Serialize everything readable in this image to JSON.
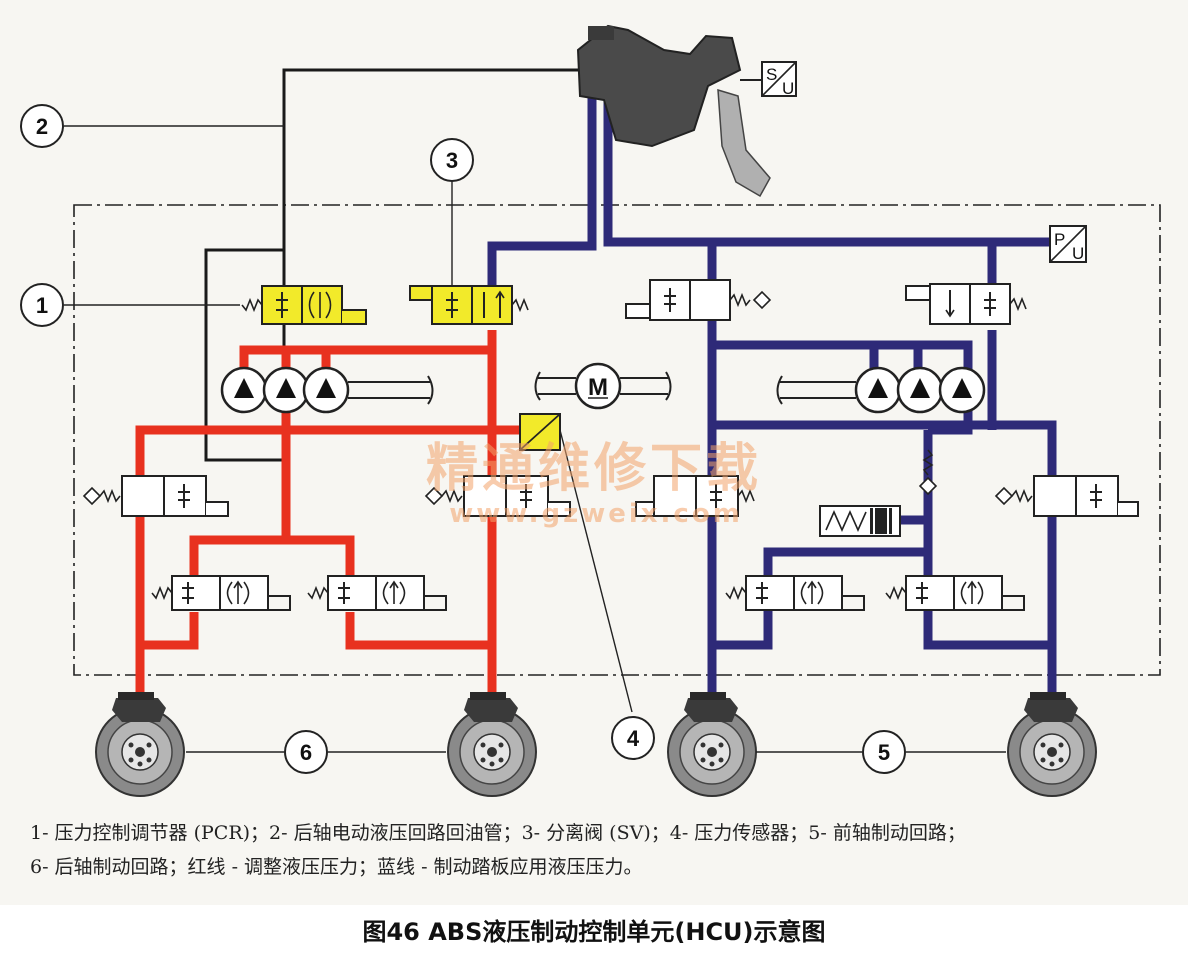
{
  "labels": {
    "callout_1": "1",
    "callout_2": "2",
    "callout_3": "3",
    "callout_4": "4",
    "callout_5": "5",
    "callout_6": "6",
    "motor": "M",
    "switch_top": "S",
    "switch_bottom": "U",
    "pressure_top": "P",
    "pressure_bottom": "U"
  },
  "watermark": {
    "main": "精通维修下载",
    "url": "www.gzweix.com"
  },
  "caption": {
    "line1": "1- 压力控制调节器 (PCR)；2- 后轴电动液压回路回油管；3- 分离阀 (SV)；4- 压力传感器；5- 前轴制动回路；",
    "line2": "6- 后轴制动回路；红线 - 调整液压压力；蓝线 - 制动踏板应用液压压力。"
  },
  "figure_title": "图46 ABS液压制动控制单元(HCU)示意图",
  "colors": {
    "red_line": "#e8311f",
    "blue_line": "#2e2a78",
    "valve_yellow": "#f2ea2a",
    "black_line": "#1a1a1a"
  }
}
